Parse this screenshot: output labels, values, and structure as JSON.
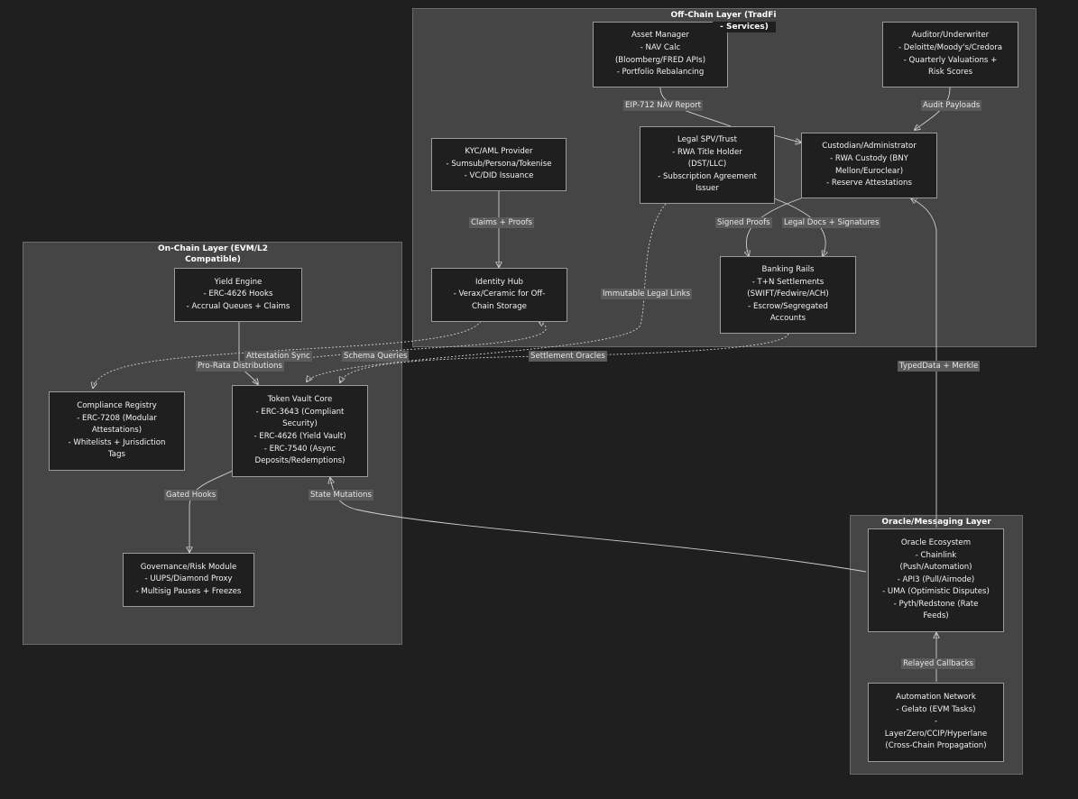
{
  "clusters": {
    "offchain": {
      "title_1": "Off-Chain Layer (TradFi",
      "title_2": "- Services)"
    },
    "onchain": {
      "title_1": "On-Chain Layer (EVM/L2",
      "title_2": "Compatible)"
    },
    "oracle": {
      "title_1": "Oracle/Messaging Layer"
    }
  },
  "nodes": {
    "asset_manager": [
      "Asset Manager",
      "- NAV Calc",
      "(Bloomberg/FRED APIs)",
      "- Portfolio Rebalancing"
    ],
    "auditor": [
      "Auditor/Underwriter",
      "- Deloitte/Moody's/Credora",
      "- Quarterly Valuations +",
      "Risk Scores"
    ],
    "kyc": [
      "KYC/AML Provider",
      "- Sumsub/Persona/Tokenise",
      "- VC/DID Issuance"
    ],
    "legal_spv": [
      "Legal SPV/Trust",
      "- RWA Title Holder",
      "(DST/LLC)",
      "- Subscription Agreement",
      "Issuer"
    ],
    "custodian": [
      "Custodian/Administrator",
      "- RWA Custody (BNY",
      "Mellon/Euroclear)",
      "- Reserve Attestations"
    ],
    "identity_hub": [
      "Identity Hub",
      "- Verax/Ceramic for Off-",
      "Chain Storage"
    ],
    "banking": [
      "Banking Rails",
      "- T+N Settlements",
      "(SWIFT/Fedwire/ACH)",
      "- Escrow/Segregated",
      "Accounts"
    ],
    "yield_engine": [
      "Yield Engine",
      "- ERC-4626 Hooks",
      "- Accrual Queues + Claims"
    ],
    "compliance": [
      "Compliance Registry",
      "- ERC-7208 (Modular",
      "Attestations)",
      "- Whitelists + Jurisdiction",
      "Tags"
    ],
    "token_vault": [
      "Token Vault Core",
      "- ERC-3643 (Compliant",
      "Security)",
      "- ERC-4626 (Yield Vault)",
      "- ERC-7540 (Async",
      "Deposits/Redemptions)"
    ],
    "governance": [
      "Governance/Risk Module",
      "- UUPS/Diamond Proxy",
      "- Multisig Pauses + Freezes"
    ],
    "oracle_eco": [
      "Oracle Ecosystem",
      "- Chainlink",
      "(Push/Automation)",
      "- API3 (Pull/Airnode)",
      "- UMA (Optimistic Disputes)",
      "- Pyth/Redstone (Rate",
      "Feeds)"
    ],
    "automation": [
      "Automation Network",
      "- Gelato (EVM Tasks)",
      "-",
      "LayerZero/CCIP/Hyperlane",
      "(Cross-Chain Propagation)"
    ]
  },
  "edges": {
    "eip712": "EIP-712 NAV Report",
    "audit_payloads": "Audit Payloads",
    "claims_proofs": "Claims + Proofs",
    "signed_proofs": "Signed Proofs",
    "legal_docs": "Legal Docs + Signatures",
    "immutable_links": "Immutable Legal Links",
    "attestation_sync": "Attestation Sync",
    "schema_queries": "Schema Queries",
    "pro_rata": "Pro-Rata Distributions",
    "settlement_oracles": "Settlement Oracles",
    "typeddata": "TypedData + Merkle",
    "gated_hooks": "Gated Hooks",
    "state_mutations": "State Mutations",
    "relayed_callbacks": "Relayed Callbacks"
  }
}
